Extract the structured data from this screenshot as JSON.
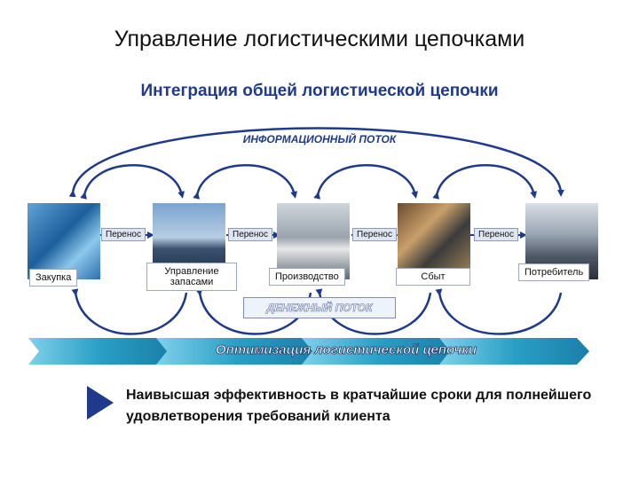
{
  "title": "Управление логистическими цепочками",
  "subtitle": "Интеграция общей логистической цепочки",
  "info_flow_label": "ИНФОРМАЦИОННЫЙ ПОТОК",
  "money_flow_label": "ДЕНЕЖНЫЙ ПОТОК",
  "transfers": [
    "Перенос",
    "Перенос",
    "Перенос",
    "Перенос"
  ],
  "stages": [
    "Закупка",
    "Управление запасами",
    "Производство",
    "Сбыт",
    "Потребитель"
  ],
  "optimization_label": "Оптимизация логистической цепочки",
  "conclusion": "Наивысшая эффективность в кратчайшие сроки для полнейшего удовлетворения требований клиента",
  "colors": {
    "accent": "#1f3a8a",
    "arrow_band": "#2a9fc6"
  }
}
